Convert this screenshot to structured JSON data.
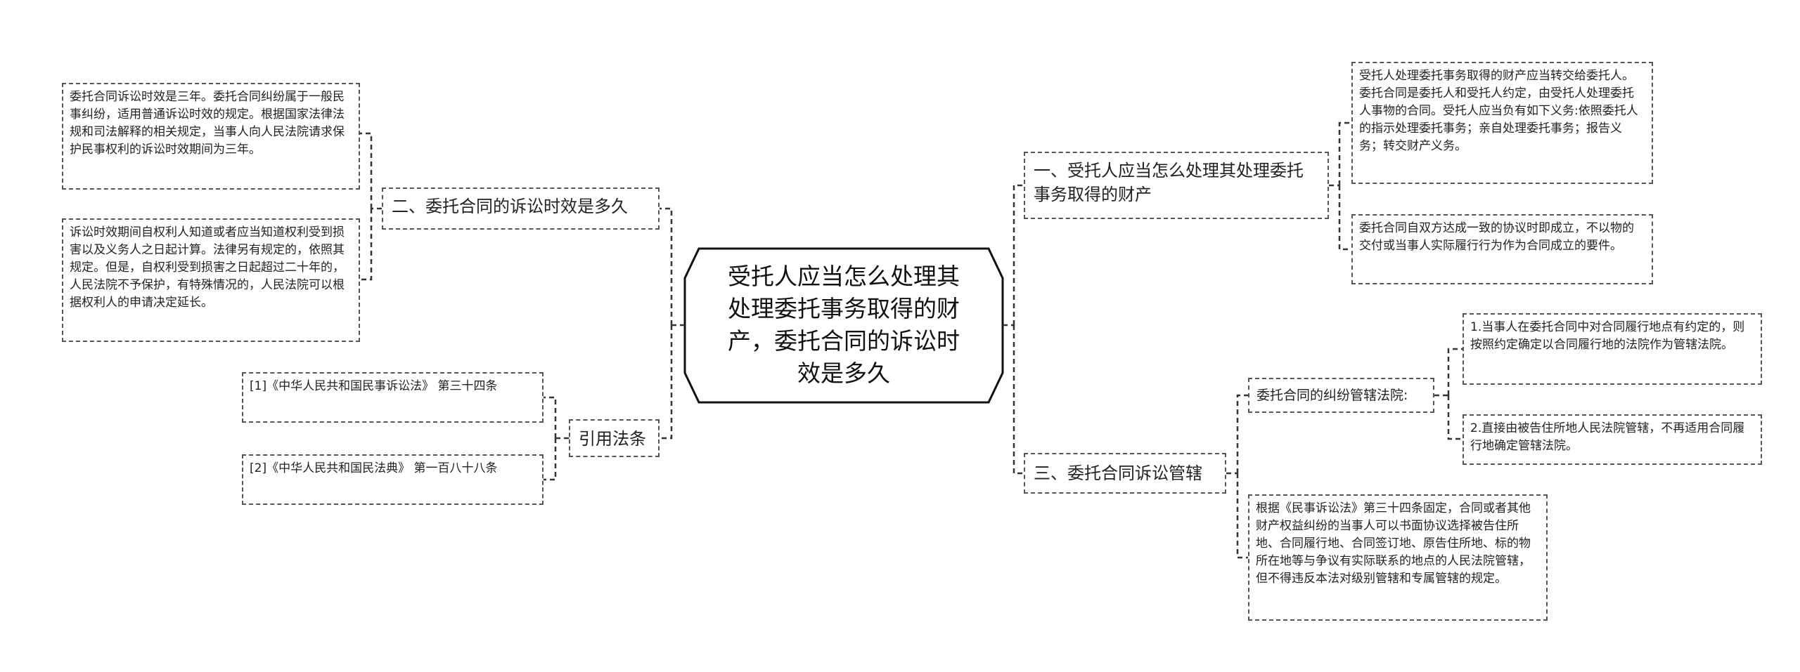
{
  "root": {
    "title": "受托人应当怎么处理其处理委托事务取得的财产，委托合同的诉讼时效是多久"
  },
  "left_branches": {
    "limitation": {
      "label": "二、委托合同的诉讼时效是多久",
      "leaves": [
        "委托合同诉讼时效是三年。委托合同纠纷属于一般民事纠纷，适用普通诉讼时效的规定。根据国家法律法规和司法解释的相关规定，当事人向人民法院请求保护民事权利的诉讼时效期间为三年。",
        "诉讼时效期间自权利人知道或者应当知道权利受到损害以及义务人之日起计算。法律另有规定的，依照其规定。但是，自权利受到损害之日起超过二十年的，人民法院不予保护，有特殊情况的，人民法院可以根据权利人的申请决定延长。"
      ]
    },
    "citations": {
      "label": "引用法条",
      "leaves": [
        "[1]《中华人民共和国民事诉讼法》 第三十四条",
        "[2]《中华人民共和国民法典》 第一百八十八条"
      ]
    }
  },
  "right_branches": {
    "trustee": {
      "label": "一、受托人应当怎么处理其处理委托事务取得的财产",
      "leaves": [
        "受托人处理委托事务取得的财产应当转交给委托人。委托合同是委托人和受托人约定，由受托人处理委托人事物的合同。受托人应当负有如下义务:依照委托人的指示处理委托事务；亲自处理委托事务；报告义务；转交财产义务。",
        "委托合同自双方达成一致的协议时即成立，不以物的交付或当事人实际履行行为作为合同成立的要件。"
      ]
    },
    "jurisdiction": {
      "label": "三、委托合同诉讼管辖",
      "sub": {
        "label": "委托合同的纠纷管辖法院:",
        "leaves": [
          "1.当事人在委托合同中对合同履行地点有约定的，则按照约定确定以合同履行地的法院作为管辖法院。",
          "2.直接由被告住所地人民法院管辖，不再适用合同履行地确定管辖法院。"
        ]
      },
      "leaf": "根据《民事诉讼法》第三十四条固定，合同或者其他财产权益纠纷的当事人可以书面协议选择被告住所地、合同履行地、合同签订地、原告住所地、标的物所在地等与争议有实际联系的地点的人民法院管辖，但不得违反本法对级别管辖和专属管辖的规定。"
    }
  },
  "colors": {
    "line": "#333333",
    "border": "#555555",
    "root_border": "#111111",
    "text": "#222222",
    "background": "#ffffff"
  }
}
